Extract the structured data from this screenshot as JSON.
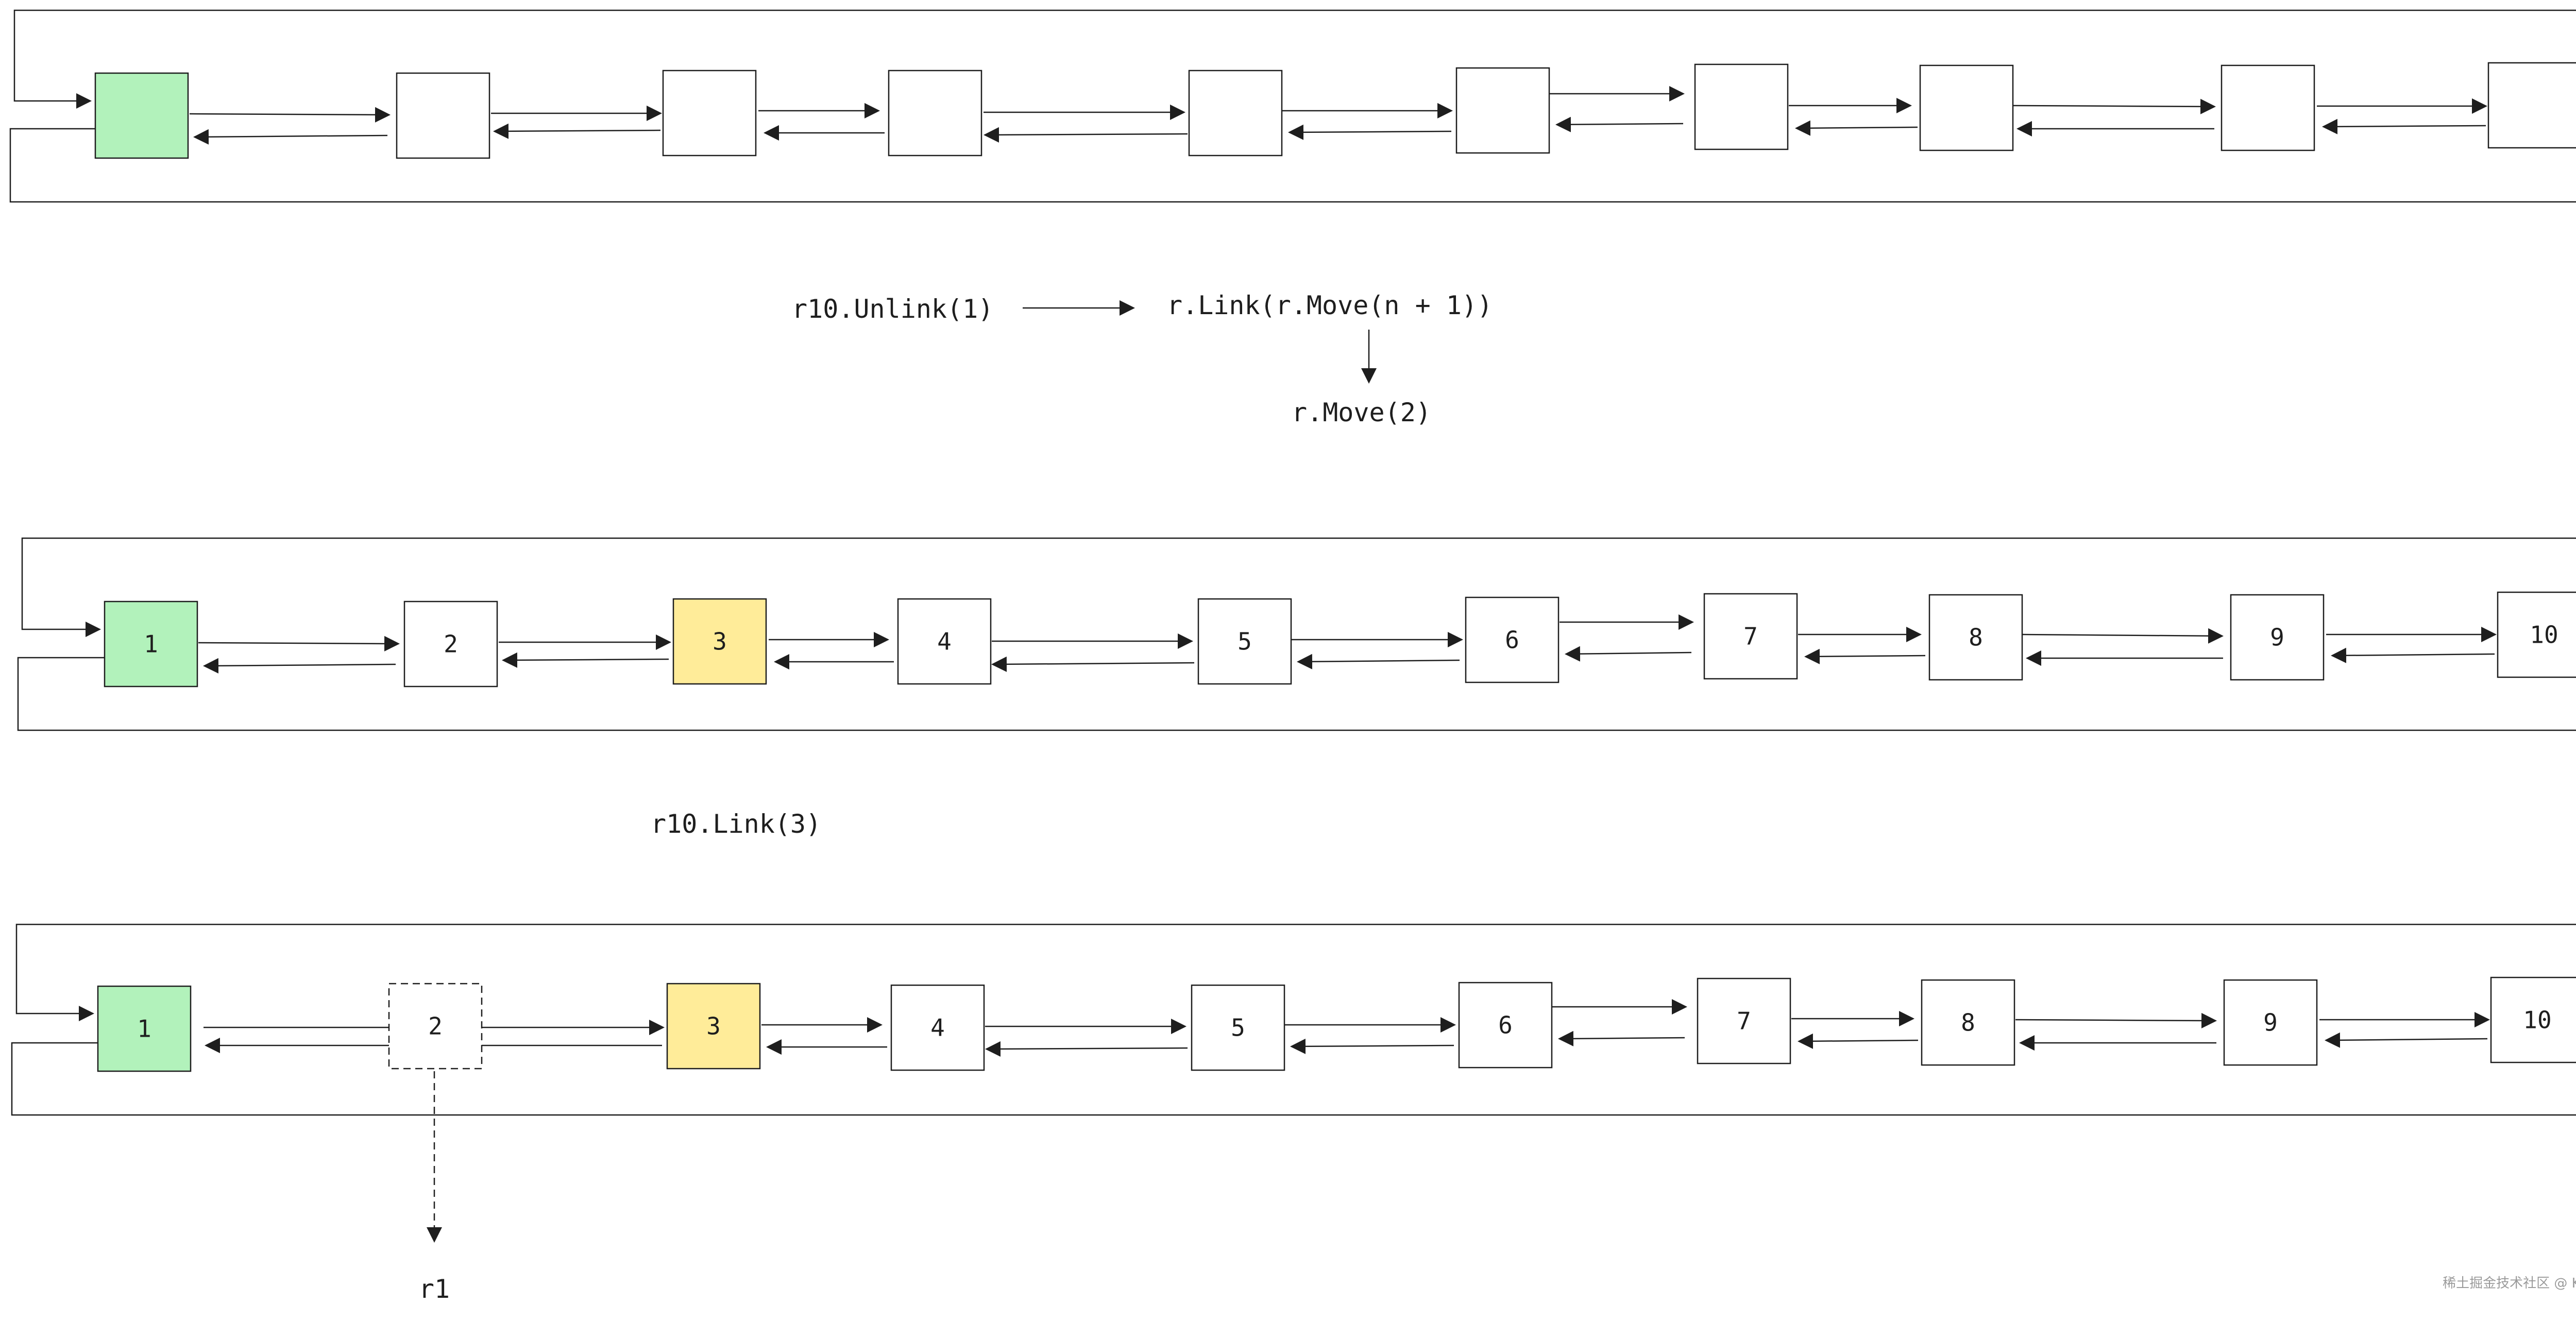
{
  "colors": {
    "head_node": "#b2f2bb",
    "highlight_node": "#ffec99",
    "plain_node": "#ffffff",
    "stroke": "#1e1e1e"
  },
  "rows": [
    {
      "id": "ring-before",
      "labels": [
        "",
        "",
        "",
        "",
        "",
        "",
        "",
        "",
        "",
        ""
      ],
      "fills": [
        "head",
        "plain",
        "plain",
        "plain",
        "plain",
        "plain",
        "plain",
        "plain",
        "plain",
        "plain"
      ]
    },
    {
      "id": "ring-middle",
      "labels": [
        "1",
        "2",
        "3",
        "4",
        "5",
        "6",
        "7",
        "8",
        "9",
        "10"
      ],
      "fills": [
        "head",
        "plain",
        "highlight",
        "plain",
        "plain",
        "plain",
        "plain",
        "plain",
        "plain",
        "plain"
      ]
    },
    {
      "id": "ring-after",
      "labels": [
        "1",
        "2",
        "3",
        "4",
        "5",
        "6",
        "7",
        "8",
        "9",
        "10"
      ],
      "fills": [
        "head",
        "removed",
        "highlight",
        "plain",
        "plain",
        "plain",
        "plain",
        "plain",
        "plain",
        "plain"
      ]
    }
  ],
  "code": {
    "unlink_call": "r10.Unlink(1)",
    "link_call": "r.Link(r.Move(n + 1))",
    "move_call": "r.Move(2)",
    "link3_call": "r10.Link(3)",
    "removed_ring_label": "r1"
  },
  "watermark": "稀土掘金技术社区 @ KEEP_HUMBLE"
}
